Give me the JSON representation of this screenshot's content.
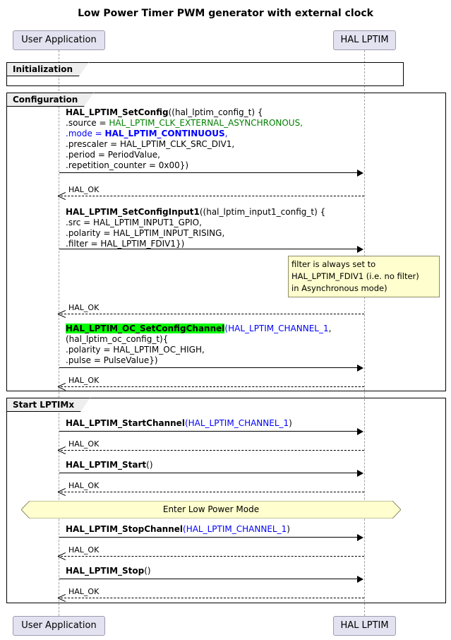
{
  "title": "Low Power Timer PWM generator with external clock",
  "participants": {
    "left": "User Application",
    "right": "HAL LPTIM"
  },
  "groups": {
    "initialization": "Initialization",
    "configuration": "Configuration",
    "start_lptimx": "Start LPTIMx"
  },
  "colors": {
    "participant_fill": "#E2E2F0",
    "participant_border": "#9C9CB0",
    "note_fill": "#FEFECE",
    "note_border": "#8C8C6A",
    "divider_fill": "#FEFECE",
    "highlight_green": "#00FF00",
    "text_green": "#008000",
    "text_blue": "#0000FF",
    "group_tab_fill": "#EEEEEE",
    "frame_border": "#000000"
  },
  "messages": {
    "setconfig": {
      "name": "HAL_LPTIM_SetConfig",
      "open": "((hal_lptim_config_t) {",
      "line_source_key": ".source = ",
      "line_source_val": "HAL_LPTIM_CLK_EXTERNAL_ASYNCHRONOUS,",
      "line_mode_key": ".mode = ",
      "line_mode_val": "HAL_LPTIM_CONTINUOUS",
      "line_mode_tail": ",",
      "line_prescaler": ".prescaler = HAL_LPTIM_CLK_SRC_DIV1,",
      "line_period": ".period = PeriodValue,",
      "line_repetition": ".repetition_counter = 0x00})"
    },
    "setconfiginput1": {
      "name": "HAL_LPTIM_SetConfigInput1",
      "open": "((hal_lptim_input1_config_t) {",
      "line_src": ".src = HAL_LPTIM_INPUT1_GPIO,",
      "line_polarity": ".polarity = HAL_LPTIM_INPUT_RISING,",
      "line_filter": ".filter = HAL_LPTIM_FDIV1})"
    },
    "oc_setconfigchannel": {
      "name": "HAL_LPTIM_OC_SetConfigChannel",
      "open_paren": "(",
      "arg_channel": "HAL_LPTIM_CHANNEL_1",
      "arg_tail": ",",
      "line_struct": "(hal_lptim_oc_config_t){",
      "line_polarity": ".polarity = HAL_LPTIM_OC_HIGH,",
      "line_pulse": ".pulse = PulseValue})"
    },
    "startchannel": {
      "name": "HAL_LPTIM_StartChannel",
      "open_paren": "(",
      "arg_channel": "HAL_LPTIM_CHANNEL_1",
      "close_paren": ")"
    },
    "start": {
      "name": "HAL_LPTIM_Start",
      "args": "()"
    },
    "stopchannel": {
      "name": "HAL_LPTIM_StopChannel",
      "open_paren": "(",
      "arg_channel": "HAL_LPTIM_CHANNEL_1",
      "close_paren": ")"
    },
    "stop": {
      "name": "HAL_LPTIM_Stop",
      "args": "()"
    }
  },
  "returns": {
    "r1": "HAL_OK",
    "r2": "HAL_OK",
    "r3": "HAL_OK",
    "r4": "HAL_OK",
    "r5": "HAL_OK",
    "r6": "HAL_OK",
    "r7": "HAL_OK"
  },
  "note": {
    "line1": "filter is always set to",
    "line2": " HAL_LPTIM_FDIV1 (i.e. no filter)",
    "line3": "in Asynchronous mode)"
  },
  "divider": {
    "label": "Enter Low Power Mode"
  }
}
